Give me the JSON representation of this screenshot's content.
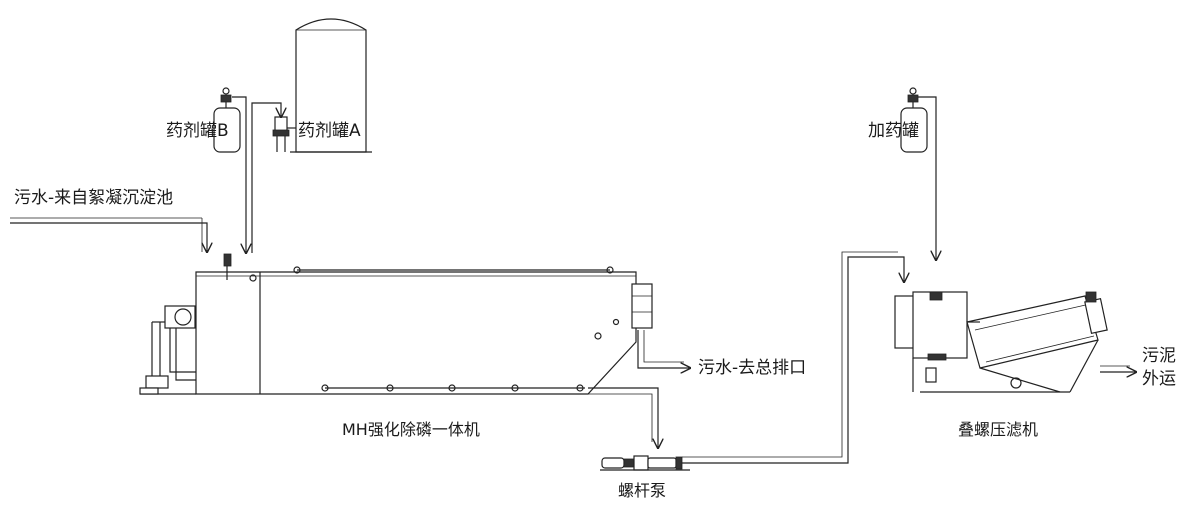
{
  "labels": {
    "tank_b": "药剂罐B",
    "tank_a": "药剂罐A",
    "dosing_tank": "加药罐",
    "inflow": "污水-来自絮凝沉淀池",
    "outflow": "污水-去总排口",
    "mh_unit": "MH强化除磷一体机",
    "screw_pump": "螺杆泵",
    "screw_press": "叠螺压滤机",
    "sludge_out_line1": "污泥",
    "sludge_out_line2": "外运"
  }
}
